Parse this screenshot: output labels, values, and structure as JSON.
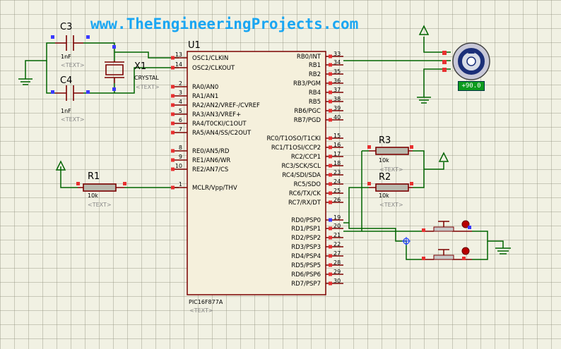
{
  "watermark": "www.TheEngineeringProjects.com",
  "mcu": {
    "ref": "U1",
    "part": "PIC16F877A",
    "text_placeholder": "<TEXT>",
    "left_pins": [
      {
        "num": "13",
        "label": "OSC1/CLKIN"
      },
      {
        "num": "14",
        "label": "OSC2/CLKOUT"
      },
      {
        "num": "2",
        "label": "RA0/AN0"
      },
      {
        "num": "3",
        "label": "RA1/AN1"
      },
      {
        "num": "4",
        "label": "RA2/AN2/VREF-/CVREF"
      },
      {
        "num": "5",
        "label": "RA3/AN3/VREF+"
      },
      {
        "num": "6",
        "label": "RA4/T0CKI/C1OUT"
      },
      {
        "num": "7",
        "label": "RA5/AN4/SS/C2OUT"
      },
      {
        "num": "8",
        "label": "RE0/AN5/RD"
      },
      {
        "num": "9",
        "label": "RE1/AN6/WR"
      },
      {
        "num": "10",
        "label": "RE2/AN7/CS"
      },
      {
        "num": "1",
        "label": "MCLR/Vpp/THV"
      }
    ],
    "right_pins": [
      {
        "num": "33",
        "label": "RB0/INT"
      },
      {
        "num": "34",
        "label": "RB1"
      },
      {
        "num": "35",
        "label": "RB2"
      },
      {
        "num": "36",
        "label": "RB3/PGM"
      },
      {
        "num": "37",
        "label": "RB4"
      },
      {
        "num": "38",
        "label": "RB5"
      },
      {
        "num": "39",
        "label": "RB6/PGC"
      },
      {
        "num": "40",
        "label": "RB7/PGD"
      },
      {
        "num": "15",
        "label": "RC0/T1OSO/T1CKI"
      },
      {
        "num": "16",
        "label": "RC1/T1OSI/CCP2"
      },
      {
        "num": "17",
        "label": "RC2/CCP1"
      },
      {
        "num": "18",
        "label": "RC3/SCK/SCL"
      },
      {
        "num": "23",
        "label": "RC4/SDI/SDA"
      },
      {
        "num": "24",
        "label": "RC5/SDO"
      },
      {
        "num": "25",
        "label": "RC6/TX/CK"
      },
      {
        "num": "26",
        "label": "RC7/RX/DT"
      },
      {
        "num": "19",
        "label": "RD0/PSP0"
      },
      {
        "num": "20",
        "label": "RD1/PSP1"
      },
      {
        "num": "21",
        "label": "RD2/PSP2"
      },
      {
        "num": "22",
        "label": "RD3/PSP3"
      },
      {
        "num": "27",
        "label": "RD4/PSP4"
      },
      {
        "num": "28",
        "label": "RD5/PSP5"
      },
      {
        "num": "29",
        "label": "RD6/PSP6"
      },
      {
        "num": "30",
        "label": "RD7/PSP7"
      }
    ]
  },
  "c3": {
    "ref": "C3",
    "value": "1nF",
    "text": "<TEXT>"
  },
  "c4": {
    "ref": "C4",
    "value": "1nF",
    "text": "<TEXT>"
  },
  "x1": {
    "ref": "X1",
    "value": "CRYSTAL",
    "text": "<TEXT>"
  },
  "r1": {
    "ref": "R1",
    "value": "10k",
    "text": "<TEXT>"
  },
  "r2": {
    "ref": "R2",
    "value": "10k",
    "text": "<TEXT>"
  },
  "r3": {
    "ref": "R3",
    "value": "10k",
    "text": "<TEXT>"
  },
  "servo": {
    "angle": "+90.0"
  },
  "colors": {
    "wire": "#006400",
    "component": "#7b0000",
    "chip_fill": "#f5f0dc",
    "pin_dot": "#e83030",
    "watermark": "#1aa6f2",
    "probe": "#0c9b1e"
  }
}
